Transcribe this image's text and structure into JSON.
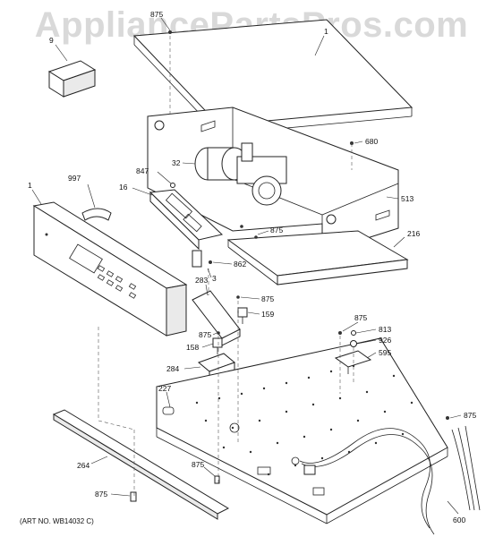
{
  "watermark": "AppliancePartsPros.com",
  "art_number": "(ART NO. WB14032 C)",
  "callouts": {
    "c9": "9",
    "c875_top": "875",
    "c1_top": "1",
    "c680": "680",
    "c32": "32",
    "c847": "847",
    "c997": "997",
    "c16": "16",
    "c1": "1",
    "c513": "513",
    "c875_mid": "875",
    "c216": "216",
    "c862": "862",
    "c3": "3",
    "c283": "283",
    "c875_a": "875",
    "c159": "159",
    "c875_b": "875",
    "c158": "158",
    "c875_r": "875",
    "c813": "813",
    "c926": "926",
    "c595": "595",
    "c284": "284",
    "c227": "227",
    "c875_far": "875",
    "c264": "264",
    "c875_low": "875",
    "c875_bl": "875",
    "c600": "600"
  }
}
